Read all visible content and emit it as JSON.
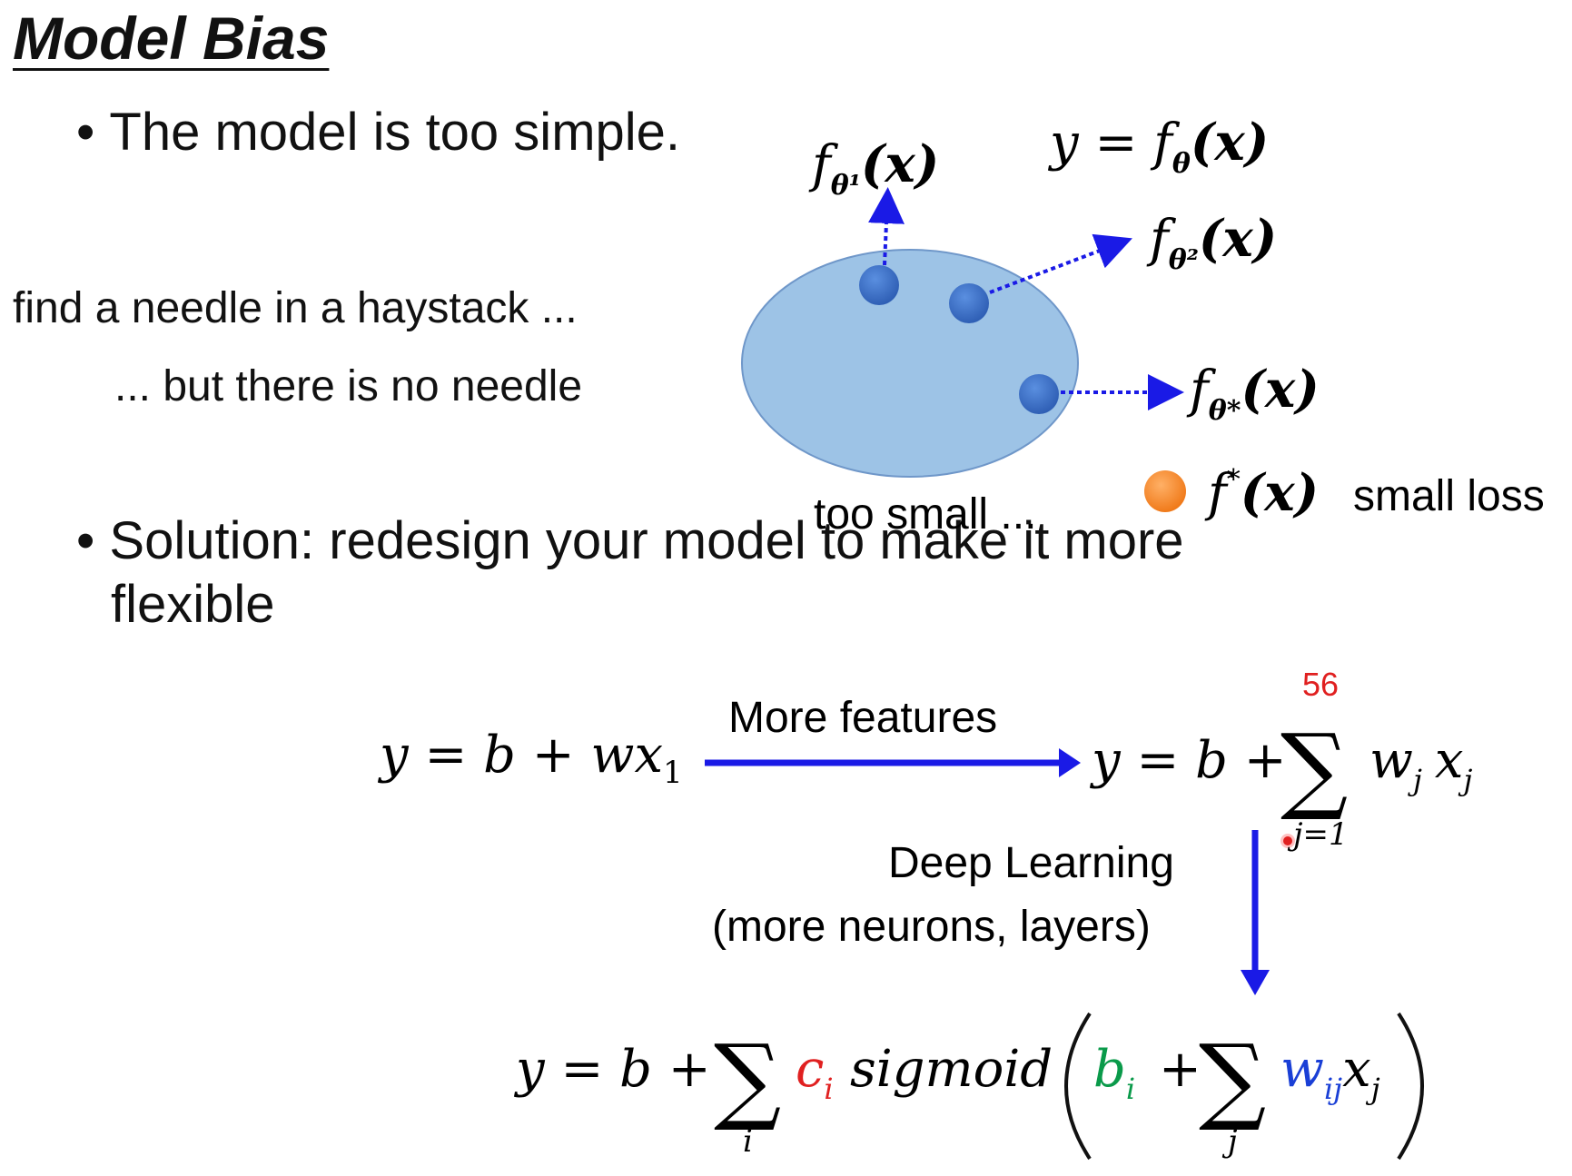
{
  "slide": {
    "title": "Model Bias",
    "bullet1": "The model is too simple.",
    "bullet2_line1": "Solution: redesign your model to make it more",
    "bullet2_line2": "flexible",
    "needle_line1": "find a needle in a haystack ...",
    "needle_line2": "... but there is no needle",
    "too_small": "too small ...",
    "small_loss": "small loss",
    "more_features": "More features",
    "deep_learning_line1": "Deep Learning",
    "deep_learning_line2": "(more neurons, layers)"
  },
  "math": {
    "f_theta1": "f",
    "f_theta1_sub": "θ¹",
    "f_theta2": "f",
    "f_theta2_sub": "θ²",
    "f_theta_star": "f",
    "f_theta_star_sub": "θ*",
    "f_arg": "(x)",
    "y_eq": "y = f",
    "y_eq_sub": "θ",
    "f_star": "f",
    "f_star_sup": "*",
    "eq_linear": "y = b + wx",
    "eq_linear_sub": "1",
    "eq_sum_left": "y = b +",
    "sum_upper": "56",
    "sum_lower": "j=1",
    "eq_sum_right_w": "w",
    "eq_sum_right_x": "x",
    "sub_j": "j",
    "eq_deep_left": "y = b +",
    "sum_i": "i",
    "c_i": "c",
    "sub_i": "i",
    "sigmoid": "sigmoid",
    "b_i": "b",
    "plus": "+",
    "sum_j": "j",
    "w_ij": "w",
    "sub_ij": "ij",
    "x_j": "x"
  },
  "colors": {
    "ellipse_fill": "#9dc3e6",
    "ellipse_stroke": "#6f97c9",
    "dot_blue": "#3a6fc4",
    "dot_orange": "#f58a2c",
    "arrow_blue": "#1a1ae6",
    "red": "#e02020",
    "green": "#0a9a4a",
    "blue_math": "#1a3fd6"
  }
}
